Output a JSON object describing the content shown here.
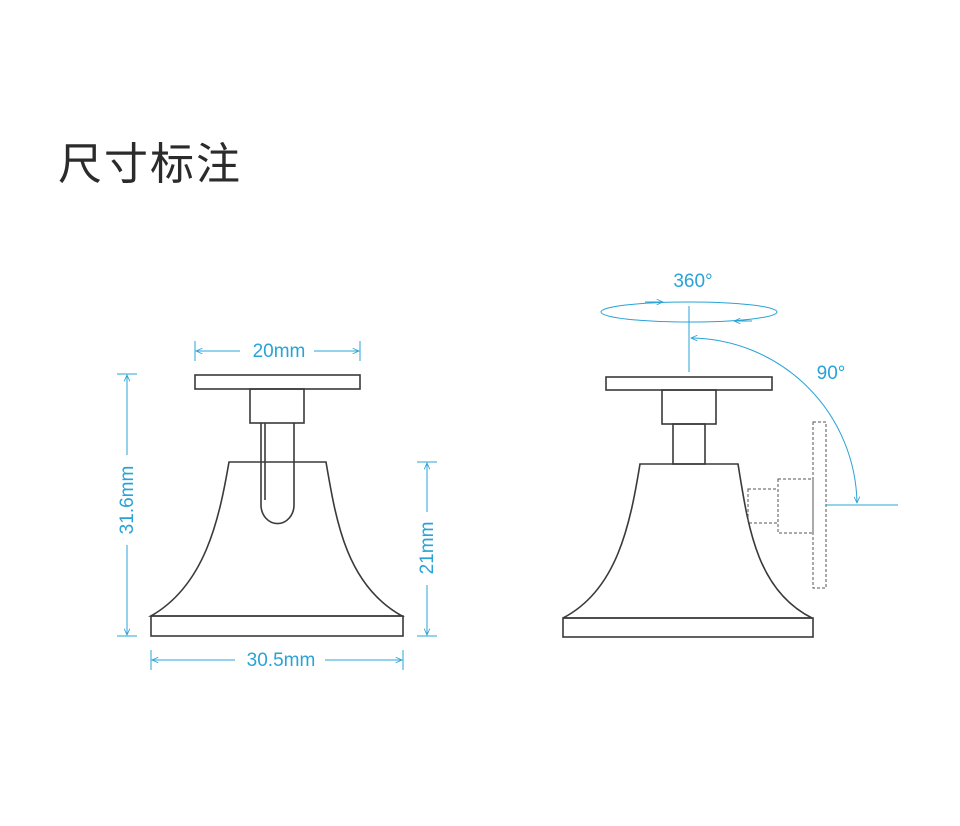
{
  "title": "尺寸标注",
  "dimensions": {
    "top_width": "20mm",
    "total_height": "31.6mm",
    "base_height": "21mm",
    "base_width": "30.5mm"
  },
  "rotation": {
    "horizontal": "360°",
    "vertical": "90°"
  },
  "colors": {
    "dimension": "#29a3d6",
    "outline": "#3a3a3a"
  }
}
